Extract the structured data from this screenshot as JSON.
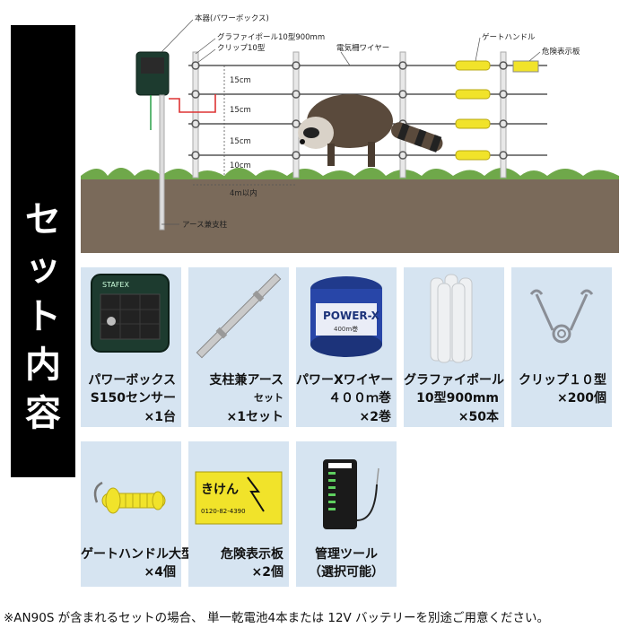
{
  "sidebar": {
    "chars": [
      "セ",
      "ッ",
      "ト",
      "内",
      "容"
    ]
  },
  "diagram": {
    "labels": {
      "power_box": "本器(パワーボックス)",
      "pole": "グラファイポール10型900mm",
      "clip": "クリップ10型",
      "wire": "電気柵ワイヤー",
      "gate_handle": "ゲートハンドル",
      "warning_sign": "危険表示板",
      "ground_pole": "アース兼支柱",
      "spacing": "4m以内",
      "gap1": "15cm",
      "gap2": "15cm",
      "gap3": "15cm",
      "gap4": "10cm"
    }
  },
  "items": [
    {
      "name1": "パワーボックス",
      "name2": "S150センサー",
      "qty": "×1台"
    },
    {
      "name1": "支柱兼アース",
      "name2": "セット",
      "qty": "×1セット"
    },
    {
      "name1": "パワーXワイヤー",
      "name2": "４００ｍ巻",
      "qty": "×2巻"
    },
    {
      "name1": "グラファイポール",
      "name2": "10型900mm",
      "qty": "×50本"
    },
    {
      "name1": "クリップ１０型",
      "name2": "×200個",
      "qty": ""
    },
    {
      "name1": "ゲートハンドル大型",
      "name2": "",
      "qty": "×4個"
    },
    {
      "name1": "危険表示板",
      "name2": "",
      "qty": "×2個"
    },
    {
      "name1": "管理ツール",
      "name2": "（選択可能）",
      "qty": ""
    }
  ],
  "product_text": {
    "wire_brand": "POWER-X",
    "wire_length": "400m巻",
    "sign_text": "きけん",
    "sign_tel": "0120-82-4390",
    "powerbox_brand": "STAFEX"
  },
  "footnote": "※AN90S が含まれるセットの場合、 単一乾電池4本または 12V バッテリーを別途ご用意ください。",
  "colors": {
    "tile_bg": "#d6e4f1",
    "sidebar_bg": "#000000",
    "handle_yellow": "#f1e32a",
    "ground": "#7a6a5a"
  }
}
